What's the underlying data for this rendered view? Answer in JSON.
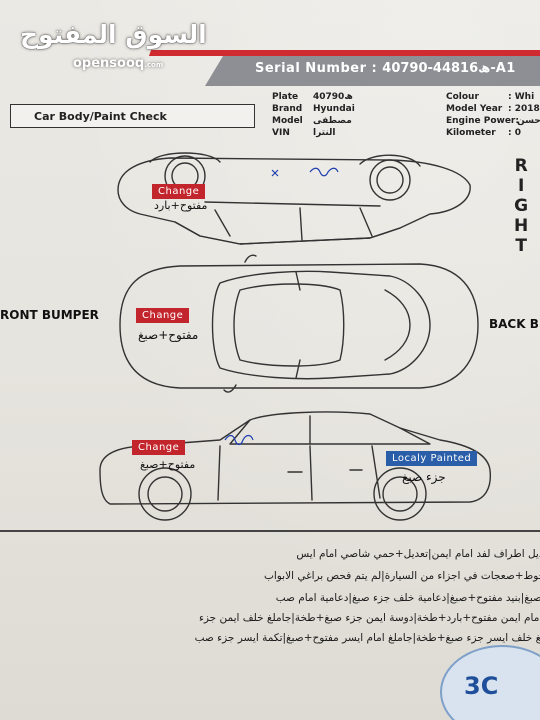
{
  "header": {
    "logo_arabic": "السوق المفتوح",
    "logo_latin": "opensooq",
    "logo_tld": ".com",
    "serial_label": "Serial Number :",
    "serial_value": "ھ44816-40790-A1"
  },
  "vehicle_info": {
    "plate_label": "Plate",
    "plate_value": "ھ40790",
    "brand_label": "Brand",
    "brand_value": "Hyundai",
    "model_label": "Model",
    "model_value": "مصطفى",
    "vin_label": "VIN",
    "vin_value": "النترا",
    "colour_label": "Colour",
    "colour_value": ": Whi",
    "model_year_label": "Model Year",
    "model_year_value": ": 2018",
    "engine_power_label": "Engine Power:",
    "engine_power_value": "حسن",
    "kilometer_label": "Kilometer",
    "kilometer_value": ": 0"
  },
  "section_title": "Car Body/Paint Check",
  "side_label": [
    "R",
    "I",
    "G",
    "H",
    "T"
  ],
  "labels": {
    "front_bumper": "RONT BUMPER",
    "back_bumper": "BACK B"
  },
  "marks": [
    {
      "badge": "Change",
      "note": "مفتوح+بارد",
      "color": "#c3252c"
    },
    {
      "badge": "Change",
      "note": "مفتوح+صبغ",
      "color": "#c3252c"
    },
    {
      "badge": "Change",
      "note": "مفتوح+صبغ",
      "color": "#c3252c"
    },
    {
      "badge": "Localy Painted",
      "note": "جزء صبغ",
      "color": "#2a5ea8"
    }
  ],
  "notes": [
    "تعديل+صبغ لفد امام ايسر|تعديل اطراف لفد امام ايمن|تعديل+حمي شاصي امام ايس",
    "تعديل شاصي امام ايمن|شخوط+صعجات في اجزاء من السيارة|لم يتم فحص براغي الابواب",
    "قمارة تقشير صبغ|بنيد مفتوح+صبغ|دعامية خلف جزء صبغ|دعامية امام صب",
    "جاملغ امام ايمن مفتوح+بارد+طخة|دوسة ايمن جزء صبغ+طخة|جاملغ خلف ايمن جزء",
    "جاملغ خلف ايسر جزء صبغ+طخة|جاملغ امام ايسر مفتوح+صبغ|تكمة ايسر جزء صب"
  ],
  "stamp": "3C"
}
